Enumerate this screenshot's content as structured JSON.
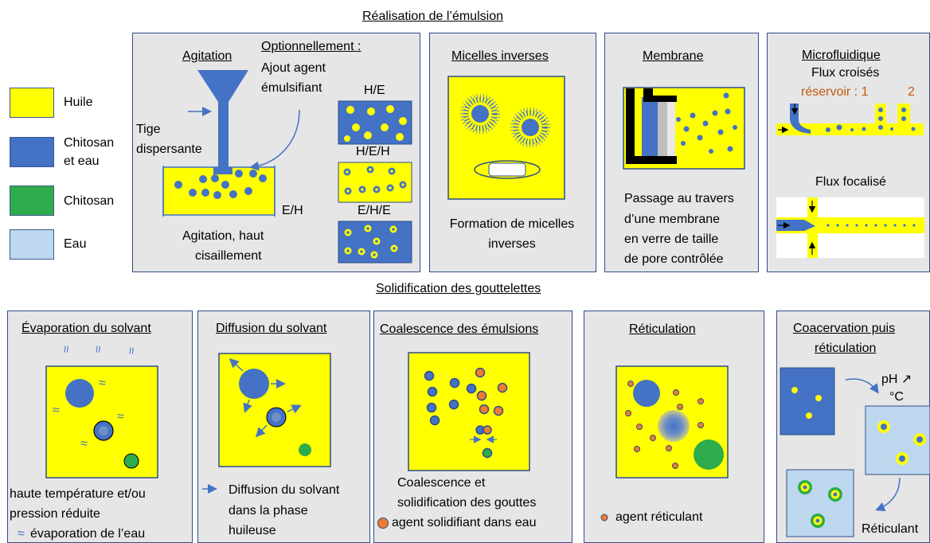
{
  "colors": {
    "oil": "#ffff00",
    "chitosan_water": "#4472c4",
    "chitosan": "#2eab4b",
    "water": "#bdd7ee",
    "panel": "#e6e6e6",
    "border": "#2e4d8a",
    "reservoir": "#c55a11"
  },
  "section_top": "Réalisation de l’émulsion",
  "section_bottom": "Solidification des gouttelettes",
  "legend": [
    {
      "label": "Huile",
      "color": "oil"
    },
    {
      "label": "Chitosan",
      "label2": "et eau",
      "color": "chitosan_water"
    },
    {
      "label": "Chitosan",
      "color": "chitosan"
    },
    {
      "label": "Eau",
      "color": "water"
    }
  ],
  "agitation": {
    "title": "Agitation",
    "option_title": "Optionnellement :",
    "option_l1": "Ajout agent",
    "option_l2": "émulsifiant",
    "rod_l1": "Tige",
    "rod_l2": "dispersante",
    "eh": "E/H",
    "he": "H/E",
    "heh": "H/E/H",
    "ehe": "E/H/E",
    "caption_l1": "Agitation, haut",
    "caption_l2": "cisaillement"
  },
  "micelles": {
    "title": "Micelles inverses",
    "caption_l1": "Formation de micelles",
    "caption_l2": "inverses"
  },
  "membrane": {
    "title": "Membrane",
    "l1": "Passage au travers",
    "l2": "d’une membrane",
    "l3": "en verre de taille",
    "l4": "de pore contrôlée"
  },
  "microfluidic": {
    "title": "Microfluidique",
    "cross": "Flux croisés",
    "reservoir": "réservoir : 1",
    "reservoir2": "2",
    "focused": "Flux focalisé"
  },
  "evaporation": {
    "title": "Évaporation du solvant",
    "l1": "haute température et/ou",
    "l2": "pression réduite",
    "wave": "≈",
    "l3": "évaporation de l’eau"
  },
  "diffusion": {
    "title": "Diffusion du solvant",
    "l1": "Diffusion du solvant",
    "l2": "dans la phase",
    "l3": "huileuse"
  },
  "coalescence": {
    "title": "Coalescence des émulsions",
    "l1": "Coalescence et",
    "l2": "solidification des gouttes",
    "l3": "agent solidifiant dans eau"
  },
  "reticulation": {
    "title": "Réticulation",
    "l1": "agent réticulant"
  },
  "coacervation": {
    "title_l1": "Coacervation puis",
    "title_l2": "réticulation",
    "ph": "pH ↗",
    "temp": "°C",
    "reticulant": "Réticulant"
  }
}
